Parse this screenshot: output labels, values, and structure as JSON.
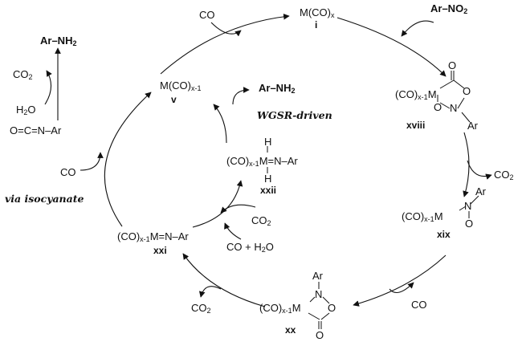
{
  "cycle": {
    "i": {
      "top": "M(CO)",
      "top_sub": "x",
      "label": "i"
    },
    "xviii": {
      "carbonyl_o": "O",
      "prefix": "(CO)",
      "prefix_sub": "x-1",
      "metal": "M",
      "o_ring": "O",
      "o_ring2": "O",
      "n": "N",
      "ar": "Ar",
      "label": "xviii"
    },
    "xix": {
      "ar": "Ar",
      "n": "N",
      "prefix": "(CO)",
      "prefix_sub": "x-1",
      "metal": "M",
      "o": "O",
      "label": "xix"
    },
    "xx": {
      "ar": "Ar",
      "n": "N",
      "prefix": "(CO)",
      "prefix_sub": "x-1",
      "metal": "M",
      "o": "O",
      "carbonyl_o": "O",
      "label": "xx"
    },
    "xxi": {
      "prefix": "(CO)",
      "prefix_sub": "x-1",
      "core": "M=N–Ar",
      "label": "xxi"
    },
    "xxii": {
      "h_top": "H",
      "h_bottom": "H",
      "prefix": "(CO)",
      "prefix_sub": "x-1",
      "core": "M=N–Ar",
      "label": "xxii"
    },
    "v": {
      "top": "M(CO)",
      "top_sub": "x-1",
      "label": "v"
    }
  },
  "reagents": {
    "co_top": "CO",
    "ar_no2": "Ar–NO",
    "ar_no2_sub": "2",
    "co2_right": "CO",
    "co2_right_sub": "2",
    "co_bottom_right": "CO",
    "co2_bottom": "CO",
    "co2_bottom_sub": "2",
    "co2_inner": "CO",
    "co2_inner_sub": "2",
    "co_h2o": "CO + H",
    "co_h2o_sub": "2",
    "co_h2o_tail": "O",
    "ar_nh2_inner": "Ar–NH",
    "ar_nh2_inner_sub": "2",
    "ar_nh2_left": "Ar–NH",
    "ar_nh2_left_sub": "2",
    "co2_left": "CO",
    "co2_left_sub": "2",
    "h2o_left": "H",
    "h2o_left_sub": "2",
    "h2o_left_tail": "O",
    "isocyanate": "O=C=N–Ar",
    "co_left": "CO"
  },
  "pathway_labels": {
    "wgsr": "WGSR-driven",
    "isocyanate": "via isocyanate"
  }
}
